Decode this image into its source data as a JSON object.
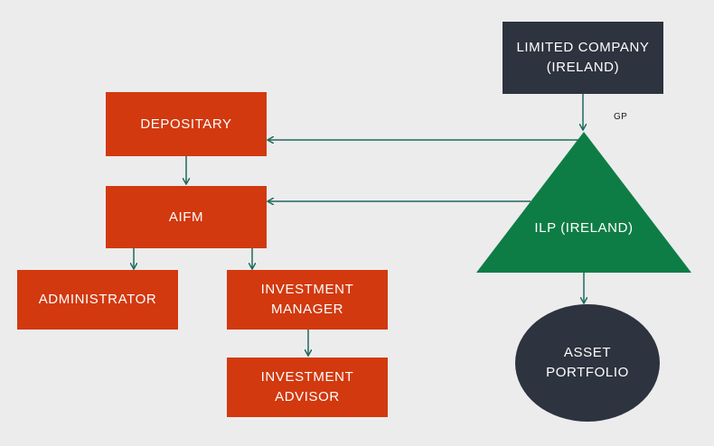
{
  "nodes": {
    "limited_company": "LIMITED COMPANY\n(IRELAND)",
    "depositary": "DEPOSITARY",
    "aifm": "AIFM",
    "administrator": "ADMINISTRATOR",
    "investment_manager": "INVESTMENT\nMANAGER",
    "investment_advisor": "INVESTMENT\nADVISOR",
    "ilp": "ILP (IRELAND)",
    "asset_portfolio": "ASSET\nPORTFOLIO"
  },
  "edge_labels": {
    "gp": "GP"
  },
  "colors": {
    "background": "#ececec",
    "orange_box": "#d2390f",
    "dark_box": "#2d333f",
    "triangle": "#0e7d45",
    "connector": "#1f6a5c"
  }
}
